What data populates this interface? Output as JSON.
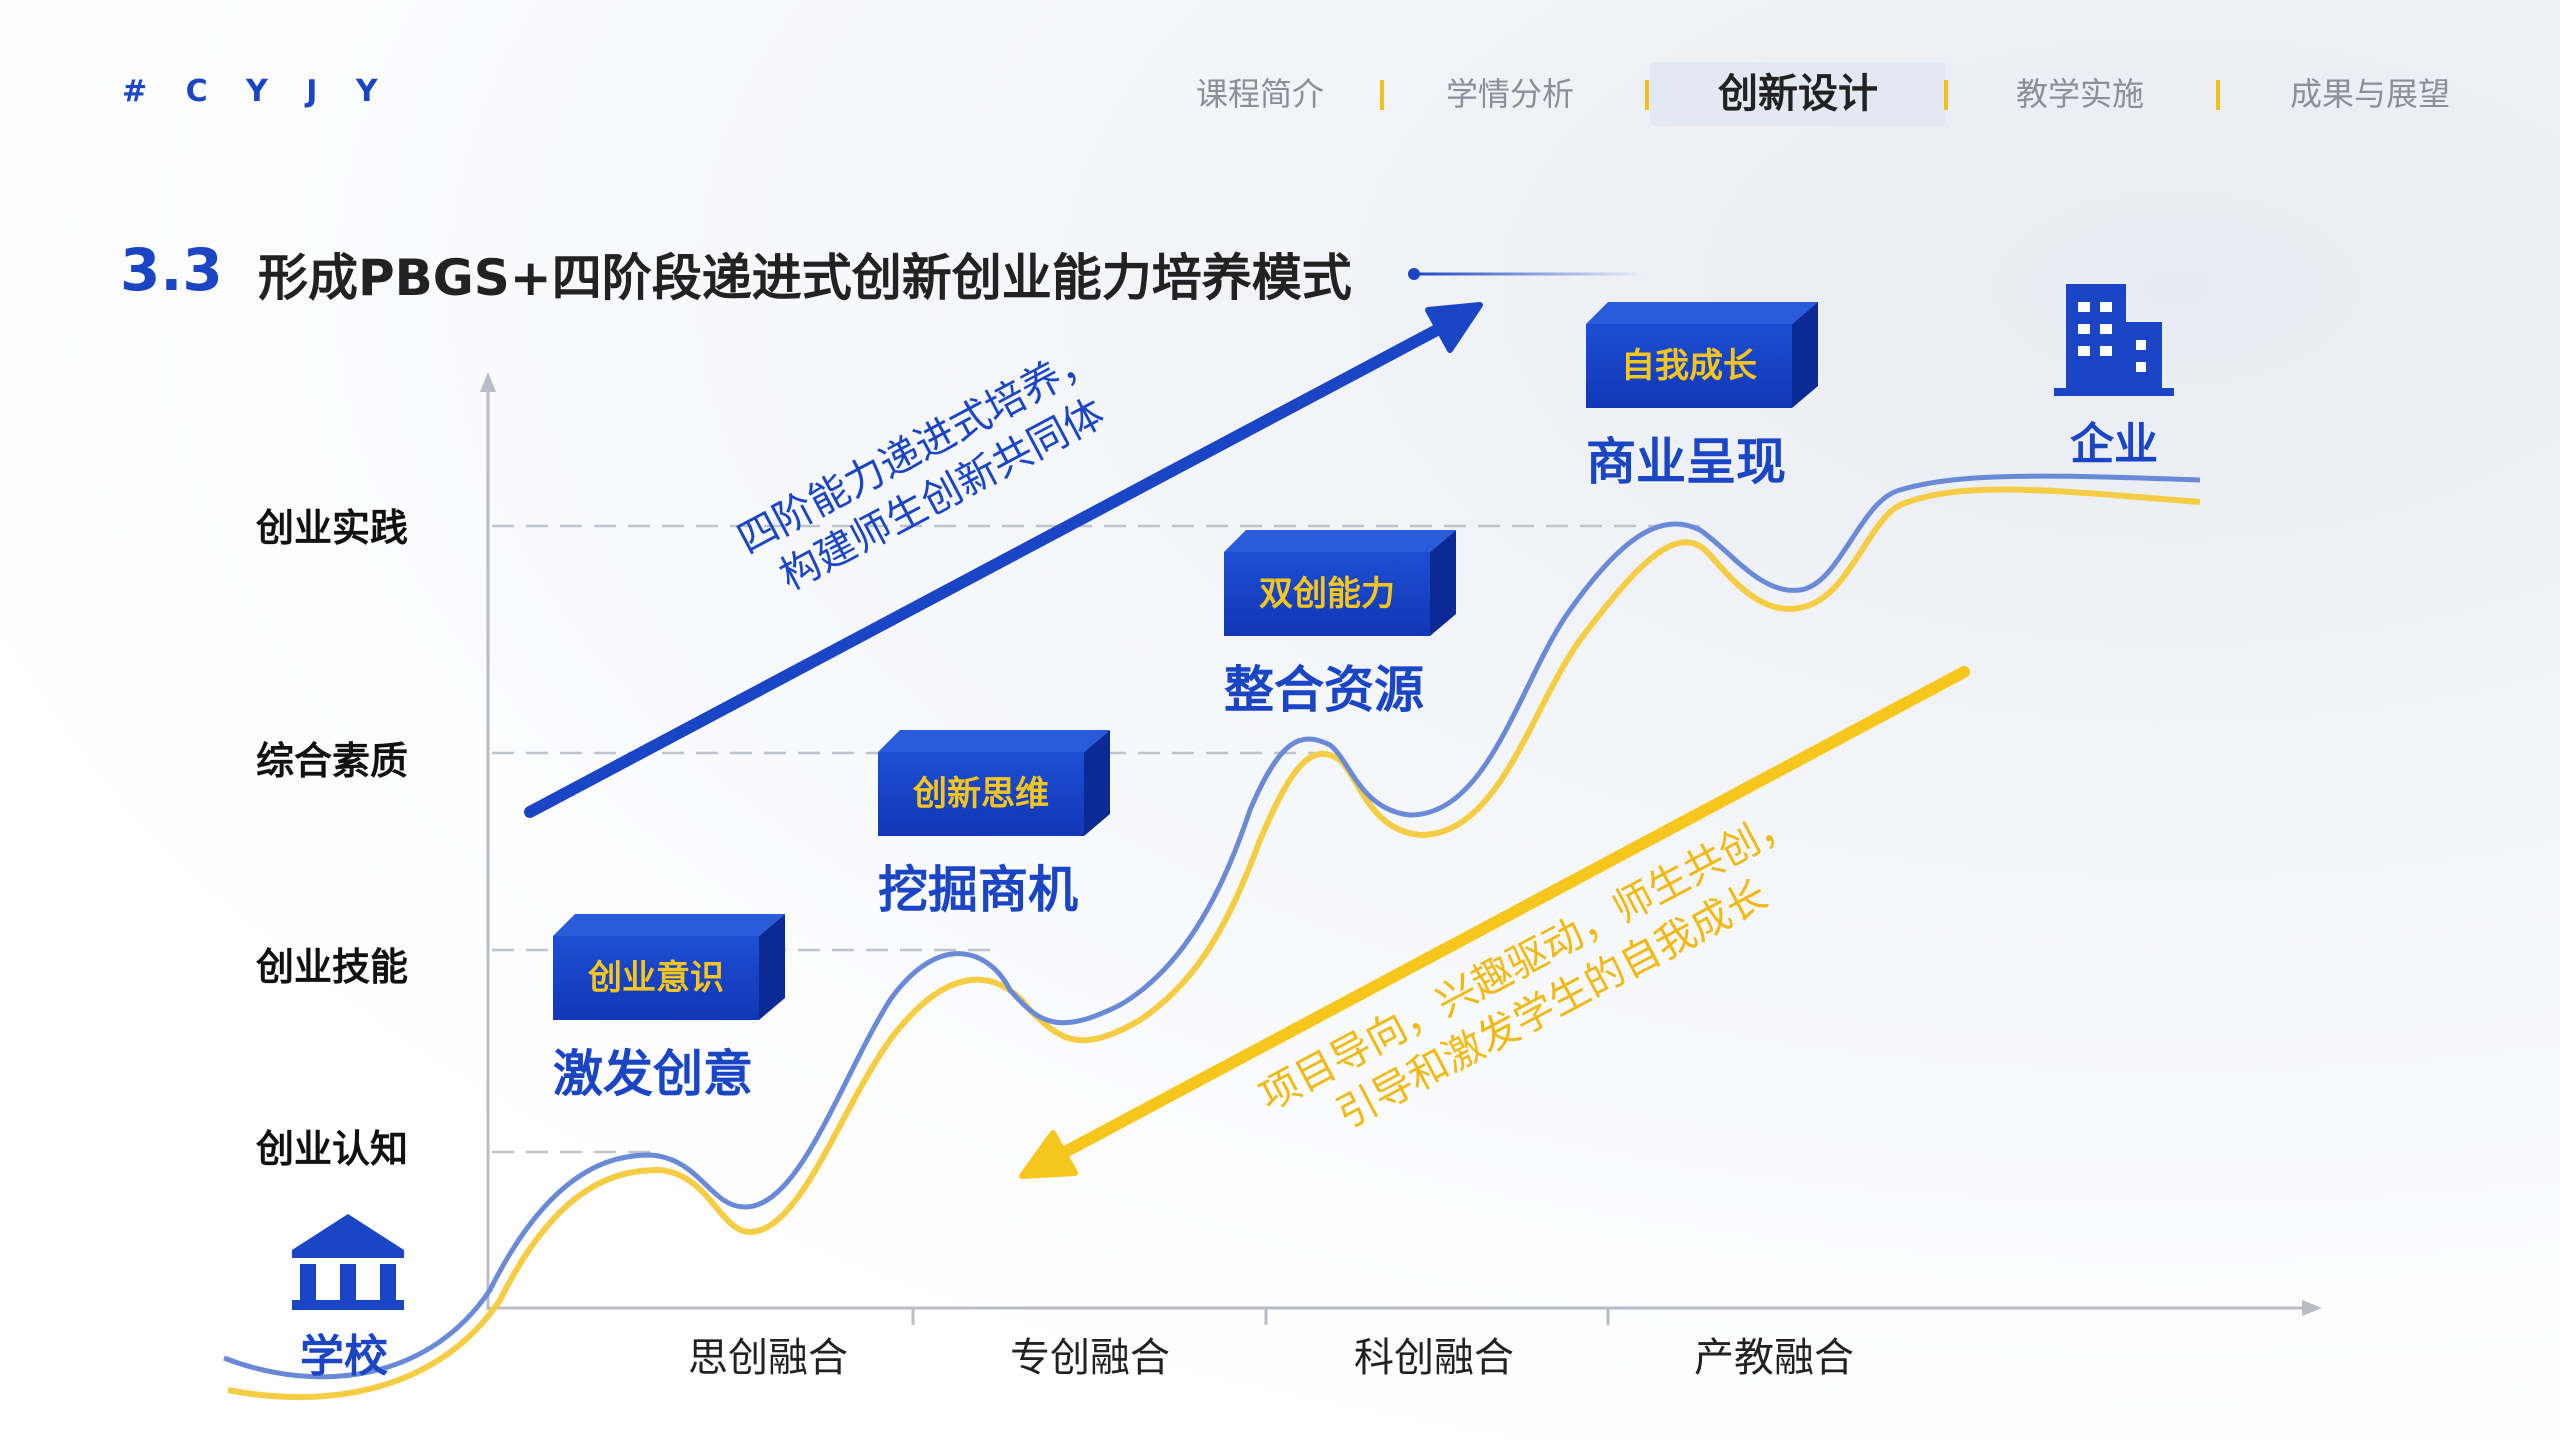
{
  "brand": "# C Y J Y",
  "nav": {
    "items": [
      "课程简介",
      "学情分析",
      "创新设计",
      "教学实施",
      "成果与展望"
    ],
    "active_index": 2
  },
  "section": {
    "number": "3.3",
    "title": "形成PBGS+四阶段递进式创新创业能力培养模式"
  },
  "levels": [
    "创业认知",
    "创业技能",
    "综合素质",
    "创业实践"
  ],
  "phases": [
    "思创融合",
    "专创融合",
    "科创融合",
    "产教融合"
  ],
  "stages": [
    {
      "box": "创业意识",
      "sub": "激发创意"
    },
    {
      "box": "创新思维",
      "sub": "挖掘商机"
    },
    {
      "box": "双创能力",
      "sub": "整合资源"
    },
    {
      "box": "自我成长",
      "sub": "商业呈现"
    }
  ],
  "endpoints": {
    "start": "学校",
    "end": "企业"
  },
  "blue_arrow": {
    "line1": "四阶能力递进式培养，",
    "line2": "构建师生创新共同体"
  },
  "yellow_arrow": {
    "line1": "项目导向，兴趣驱动，师生共创，",
    "line2": "引导和激发学生的自我成长"
  },
  "colors": {
    "accent_blue": "#1a45c4",
    "accent_yellow": "#f6c61c",
    "curve_blue": "#6a8ad8",
    "curve_yellow": "#f5cd45"
  }
}
